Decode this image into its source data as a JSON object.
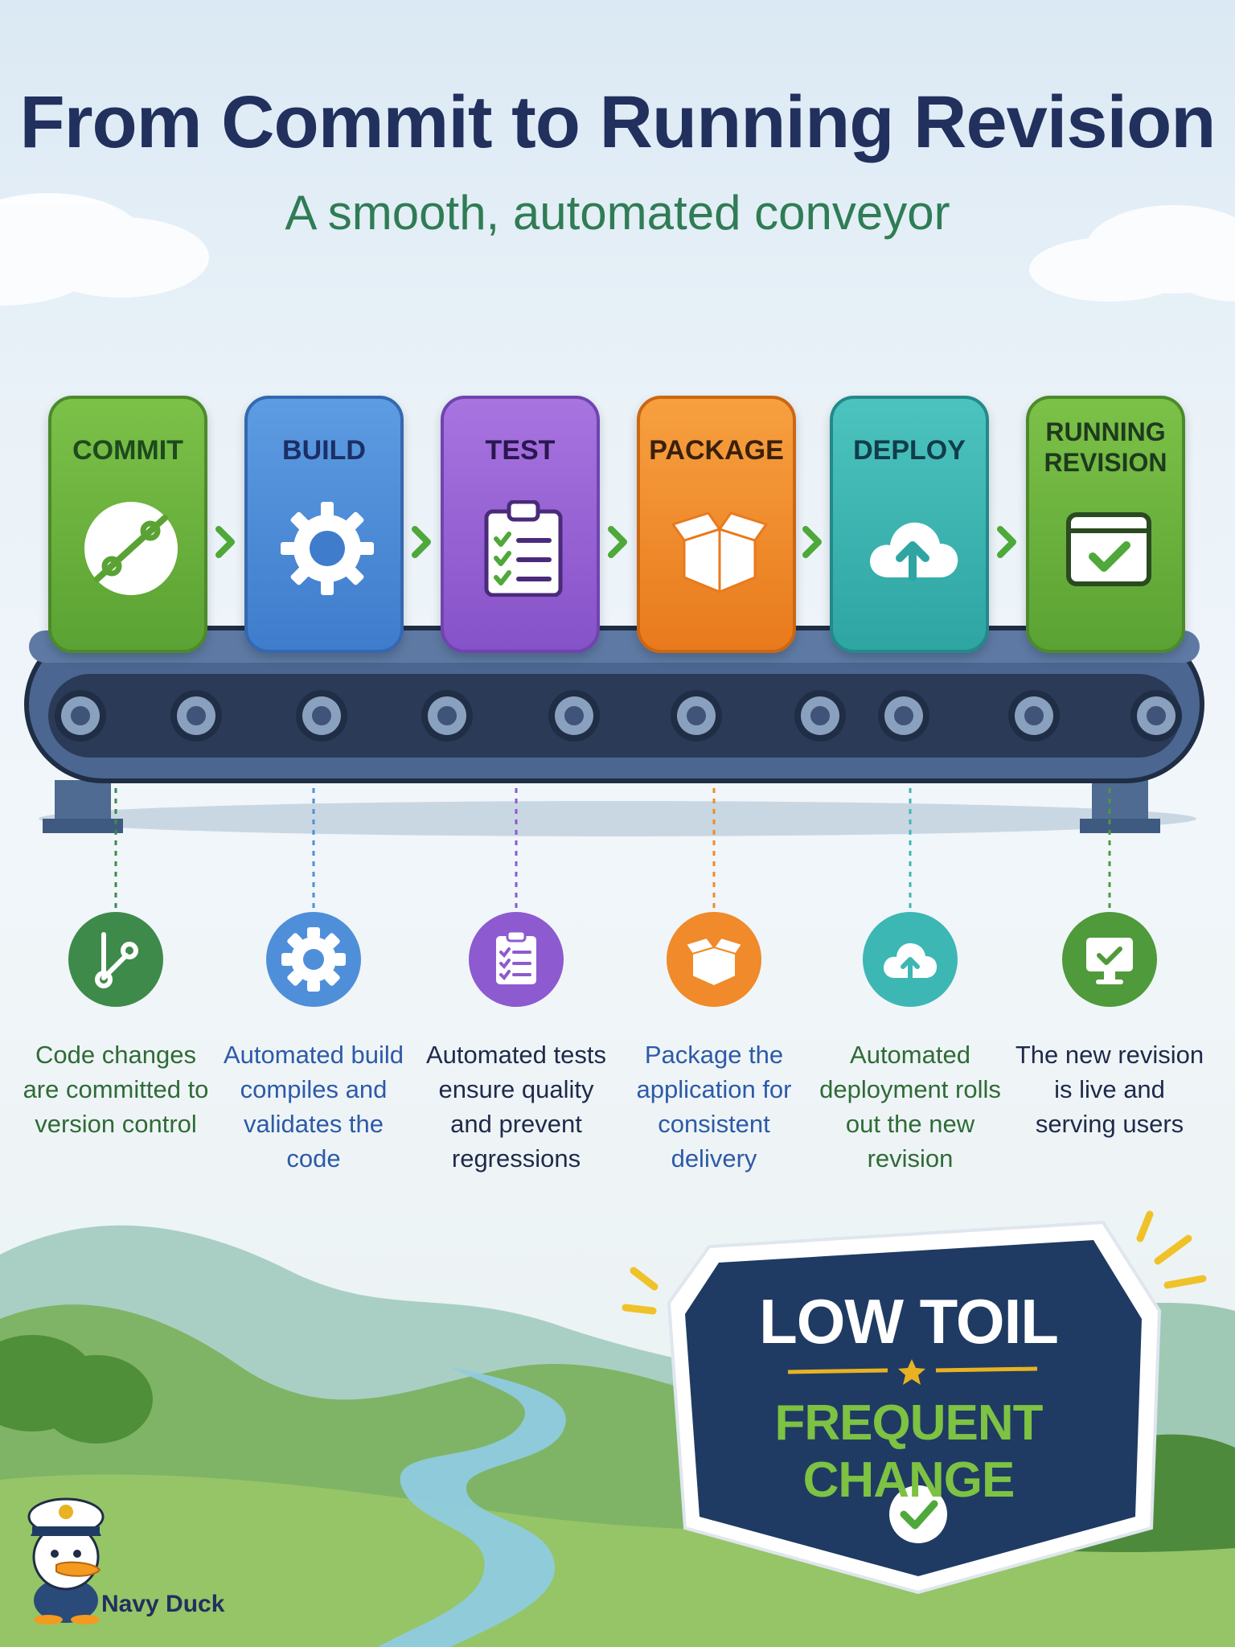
{
  "title": "From Commit to Running Revision",
  "subtitle": "A smooth, automated conveyor",
  "stages": [
    {
      "label": "COMMIT",
      "description": "Code changes are committed to version control",
      "color": "#6cb33f",
      "label_color": "#1e4a1e",
      "desc_color": "#2f6b36",
      "icon": "git-branch-icon"
    },
    {
      "label": "BUILD",
      "description": "Automated build compiles and validates the code",
      "color": "#4f8fd9",
      "label_color": "#1b2f66",
      "desc_color": "#2d5aa8",
      "icon": "gear-icon"
    },
    {
      "label": "TEST",
      "description": "Automated tests ensure quality and prevent regressions",
      "color": "#9a63d6",
      "label_color": "#2a1650",
      "desc_color": "#1f2a4a",
      "icon": "clipboard-checklist-icon"
    },
    {
      "label": "PACKAGE",
      "description": "Package the application for consistent delivery",
      "color": "#f08a2a",
      "label_color": "#3a200a",
      "desc_color": "#2d5aa8",
      "icon": "box-icon"
    },
    {
      "label": "DEPLOY",
      "description": "Automated deployment rolls out the new revision",
      "color": "#3db7b4",
      "label_color": "#113d4a",
      "desc_color": "#2f6b36",
      "icon": "cloud-upload-icon"
    },
    {
      "label": "RUNNING REVISION",
      "description": "The new revision is live and serving users",
      "color": "#6cb33f",
      "label_color": "#1e3a1e",
      "desc_color": "#1f2a4a",
      "icon": "browser-check-icon"
    }
  ],
  "badge": {
    "line1": "LOW TOIL",
    "line2": "FREQUENT CHANGE",
    "navy": "#1f3b63",
    "accent": "#e8b222",
    "green": "#7dc243"
  },
  "brand": "Navy Duck"
}
